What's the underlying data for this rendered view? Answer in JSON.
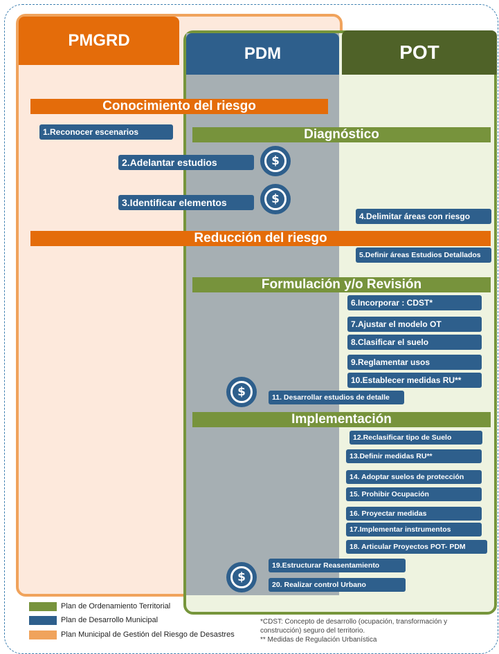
{
  "headers": {
    "pmgrd": "PMGRD",
    "pdm": "PDM",
    "pot": "POT"
  },
  "bars": {
    "conocimiento": "Conocimiento del riesgo",
    "diagnostico": "Diagnóstico",
    "reduccion": "Reducción del riesgo",
    "formulacion": "Formulación y/o Revisión",
    "implementacion": "Implementación"
  },
  "steps": [
    "1.Reconocer escenarios",
    "2.Adelantar estudios",
    "3.Identificar elementos",
    "4.Delimitar áreas con riesgo",
    "5.Definir áreas Estudios Detallados",
    "6.Incorporar : CDST*",
    "7.Ajustar el modelo OT",
    "8.Clasificar el suelo",
    "9.Reglamentar usos",
    "10.Establecer medidas RU**",
    "11. Desarrollar estudios de detalle",
    "12.Reclasificar tipo de Suelo",
    "13.Definir medidas RU**",
    "14. Adoptar suelos de protección",
    "15. Prohibir Ocupación",
    "16. Proyectar medidas",
    "17.Implementar instrumentos",
    "18. Articular Proyectos  POT- PDM",
    "19.Estructurar Reasentamiento",
    "20.  Realizar control Urbano"
  ],
  "coin_symbol": "$",
  "legend": [
    {
      "label": "Plan de Ordenamiento Territorial",
      "color": "#77933c"
    },
    {
      "label": "Plan de Desarrollo Municipal",
      "color": "#2e5f8c"
    },
    {
      "label": "Plan Municipal de Gestión del Riesgo de Desastres",
      "color": "#f0a35c"
    }
  ],
  "footnotes": {
    "cdst_1": "*CDST:  Concepto de desarrollo (ocupación, transformación y",
    "cdst_2": "construcción) seguro del territorio.",
    "ru": "** Medidas de Regulación Urbanística"
  },
  "colors": {
    "orange": "#e46c0a",
    "blue": "#2e5f8c",
    "green": "#77933c",
    "dark_green": "#4f6228"
  }
}
